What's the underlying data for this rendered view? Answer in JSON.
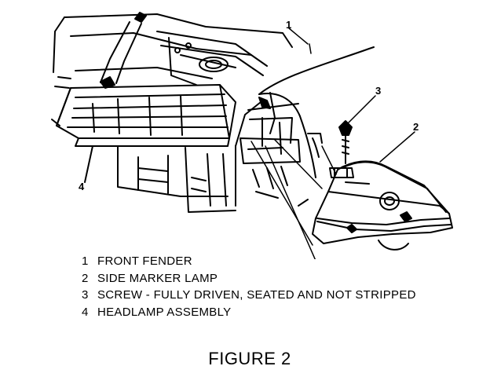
{
  "callouts": [
    "1",
    "2",
    "3",
    "4"
  ],
  "legend": [
    {
      "num": "1",
      "text": "FRONT FENDER"
    },
    {
      "num": "2",
      "text": "SIDE MARKER LAMP"
    },
    {
      "num": "3",
      "text": "SCREW - FULLY DRIVEN, SEATED AND NOT STRIPPED"
    },
    {
      "num": "4",
      "text": "HEADLAMP ASSEMBLY"
    }
  ],
  "caption": "FIGURE 2"
}
